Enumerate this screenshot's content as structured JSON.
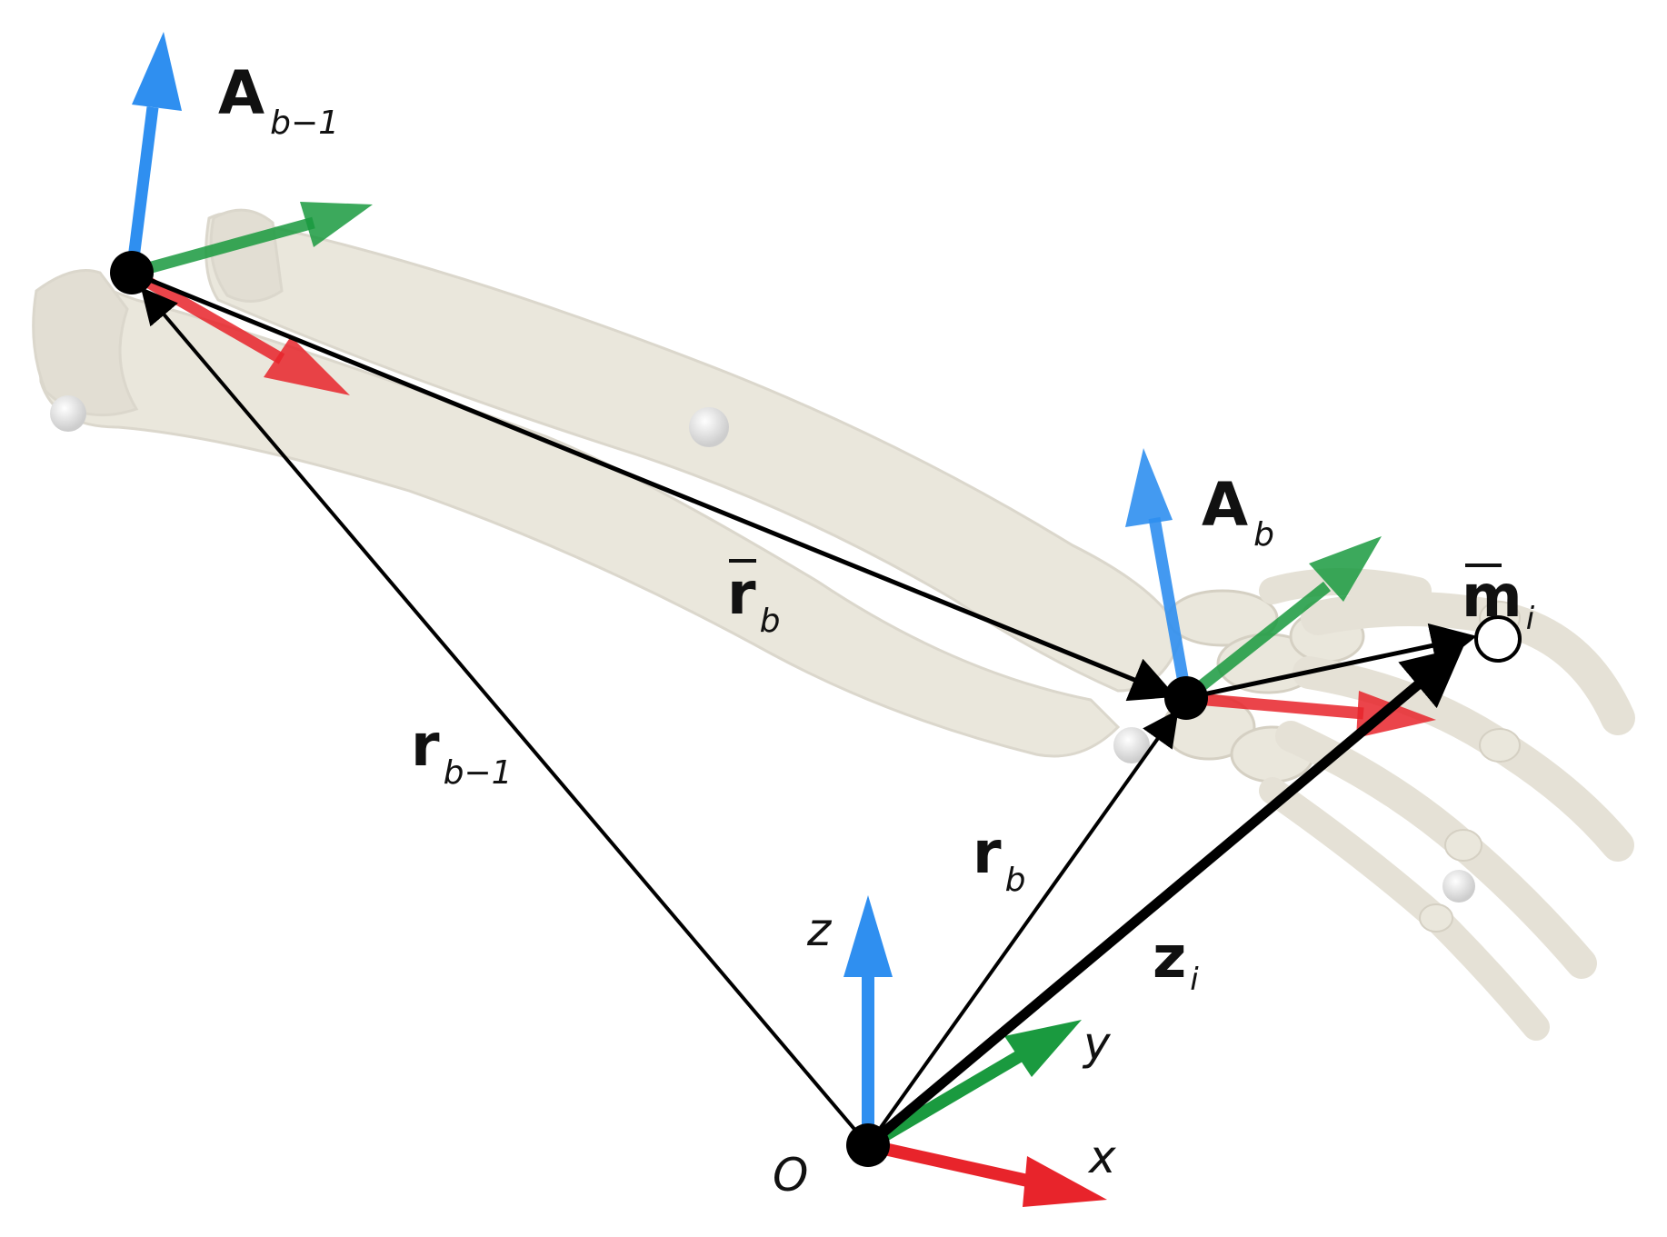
{
  "labels": {
    "A_prev": {
      "main": "A",
      "sub": "b−1"
    },
    "A_b": {
      "main": "A",
      "sub": "b"
    },
    "r_bar_b": {
      "main": "r",
      "sub": "b"
    },
    "m_bar_i": {
      "main": "m",
      "sub": "i"
    },
    "r_prev": {
      "main": "r",
      "sub": "b−1"
    },
    "r_b": {
      "main": "r",
      "sub": "b"
    },
    "z_i": {
      "main": "z",
      "sub": "i"
    },
    "axis_z": "z",
    "axis_y": "y",
    "axis_x": "x",
    "origin": "O"
  },
  "colors": {
    "axis_x": "#e8242b",
    "axis_y": "#1a9a3f",
    "axis_z": "#2f8ff0",
    "vector": "#000000",
    "bone": "#e3dfd1",
    "bone_shadow": "#cfcabb",
    "marker": "#d8d8d8"
  }
}
